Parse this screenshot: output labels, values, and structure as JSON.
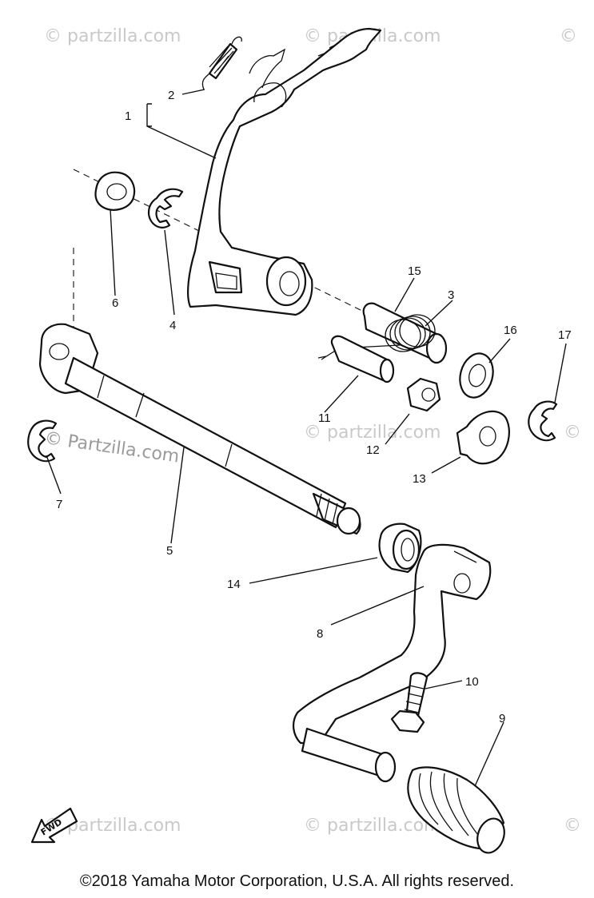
{
  "watermarks": {
    "symbol": "©",
    "site": "Partzilla.com",
    "site_lower": "partzilla.com"
  },
  "callouts": [
    "1",
    "2",
    "3",
    "4",
    "5",
    "6",
    "7",
    "8",
    "9",
    "10",
    "11",
    "12",
    "13",
    "14",
    "15",
    "16",
    "17"
  ],
  "fwd_marker": "FWD",
  "copyright": "©2018 Yamaha Motor Corporation, U.S.A. All rights reserved."
}
